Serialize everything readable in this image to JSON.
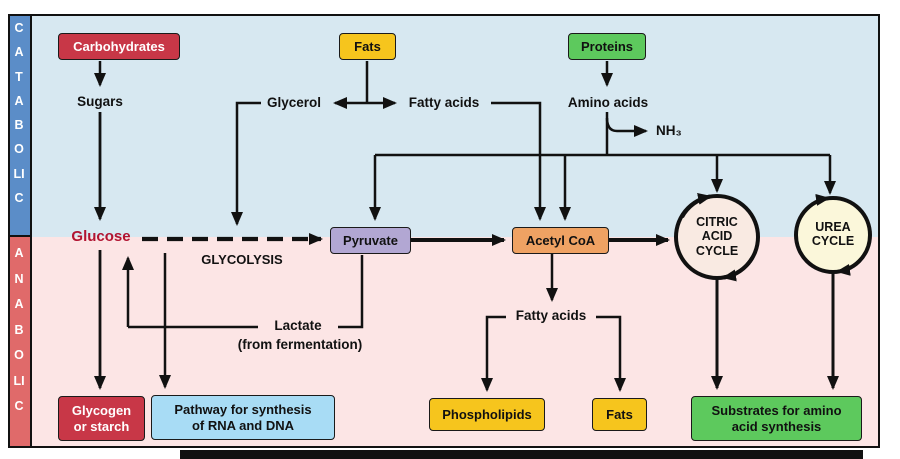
{
  "sidebar": {
    "catabolic": "CATABOLIC",
    "anabolic": "ANABOLIC"
  },
  "nodes": {
    "carbohydrates": "Carbohydrates",
    "fats_top": "Fats",
    "proteins": "Proteins",
    "sugars": "Sugars",
    "glycerol": "Glycerol",
    "fatty_acids_top": "Fatty acids",
    "amino_acids": "Amino acids",
    "nh3": "NH₃",
    "glucose": "Glucose",
    "glycolysis": "GLYCOLYSIS",
    "pyruvate": "Pyruvate",
    "acetyl_coa": "Acetyl CoA",
    "citric_cycle": "CITRIC\nACID\nCYCLE",
    "urea_cycle": "UREA\nCYCLE",
    "lactate": "Lactate",
    "fermentation_note": "(from fermentation)",
    "fatty_acids_bottom": "Fatty acids",
    "glycogen": "Glycogen\nor starch",
    "rna_dna": "Pathway for synthesis\nof RNA and DNA",
    "phospholipids": "Phospholipids",
    "fats_bottom": "Fats",
    "substrates": "Substrates for amino\nacid synthesis"
  },
  "colors": {
    "catabolic_bg": "#d7e8f1",
    "anabolic_bg": "#fce5e5",
    "sidebar_catabolic": "#5b8dc8",
    "sidebar_anabolic": "#e06a6a",
    "red_box": "#c83747",
    "yellow_box": "#f6c51d",
    "green_box": "#5dc95d",
    "purple_box": "#b2a7d3",
    "orange_box": "#efa263",
    "blue_box": "#a8dcf5",
    "citric_fill": "#f9eae2",
    "urea_fill": "#fbf7da",
    "glucose_text": "#b11331",
    "line": "#111111"
  }
}
